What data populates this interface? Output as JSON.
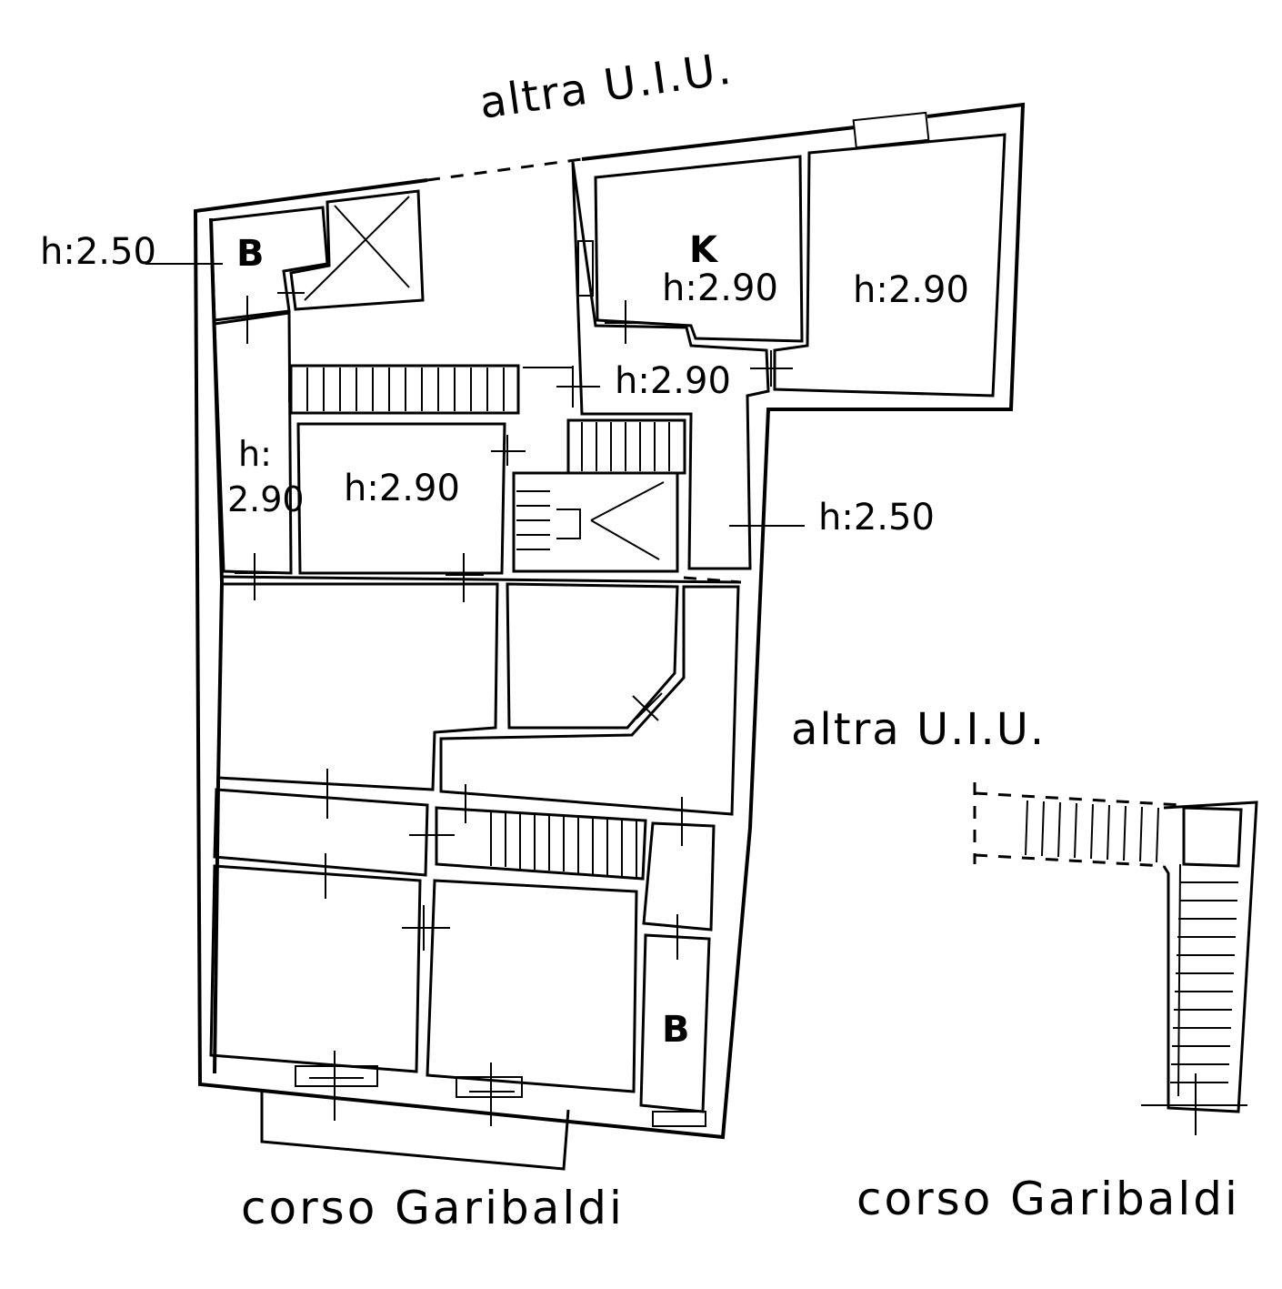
{
  "labels": {
    "neighbor_top": "altra U.I.U.",
    "neighbor_right": "altra U.I.U.",
    "street_main": "corso Garibaldi",
    "street_annex": "corso Garibaldi"
  },
  "rooms": {
    "bath_top": {
      "code": "B",
      "height": "h:2.50"
    },
    "kitchen": {
      "code": "K",
      "height": "h:2.90"
    },
    "room_top_right": {
      "height": "h:2.90"
    },
    "hall_upper": {
      "height": "h:2.90"
    },
    "corridor_left": {
      "line1": "h:",
      "line2": "2.90"
    },
    "room_center": {
      "height": "h:2.90"
    },
    "passage_right": {
      "height": "h:2.50"
    },
    "bath_bottom": {
      "code": "B"
    }
  }
}
